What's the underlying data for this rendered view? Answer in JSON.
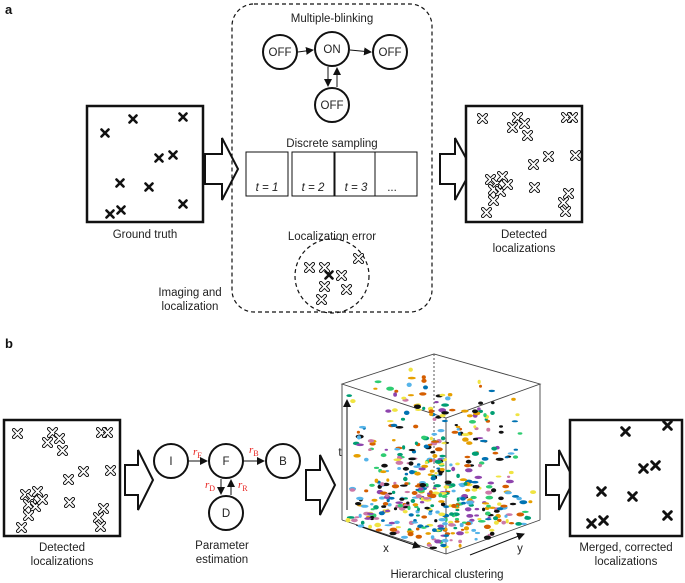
{
  "panel_a": {
    "letter": "a",
    "ground_truth_label": "Ground truth",
    "process_title_blinking": "Multiple-blinking",
    "states": {
      "off_left": "OFF",
      "on": "ON",
      "off_right": "OFF",
      "off_bottom": "OFF"
    },
    "sampling_title": "Discrete sampling",
    "frames": [
      "t = 1",
      "t = 2",
      "t = 3",
      "..."
    ],
    "localization_error_title": "Localization error",
    "imaging_label_line1": "Imaging and",
    "imaging_label_line2": "localization",
    "detected_label_line1": "Detected",
    "detected_label_line2": "localizations"
  },
  "panel_b": {
    "letter": "b",
    "detected_label_line1": "Detected",
    "detected_label_line2": "localizations",
    "states": {
      "i": "I",
      "f": "F",
      "b": "B",
      "d": "D"
    },
    "rates": {
      "rf": "r",
      "rf_sub": "F",
      "rb": "r",
      "rb_sub": "B",
      "rd": "r",
      "rd_sub": "D",
      "rr": "r",
      "rr_sub": "R"
    },
    "param_label_line1": "Parameter",
    "param_label_line2": "estimation",
    "axes": {
      "t": "t",
      "x": "x",
      "y": "y"
    },
    "clustering_label": "Hierarchical clustering",
    "merged_label_line1": "Merged, corrected",
    "merged_label_line2": "localizations"
  },
  "colors": {
    "rate_red": "#e8231f",
    "stroke": "#111111"
  }
}
